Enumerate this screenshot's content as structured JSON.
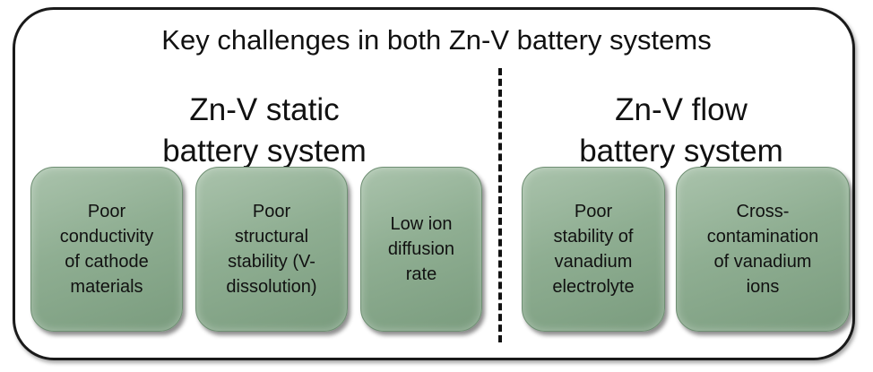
{
  "title": "Key challenges in both Zn-V battery systems",
  "sections": [
    {
      "title_line1": "Zn-V static",
      "title_line2": "battery system",
      "boxes": [
        {
          "lines": [
            "Poor",
            "conductivity",
            "of cathode",
            "materials"
          ]
        },
        {
          "lines": [
            "Poor",
            "structural",
            "stability (V-",
            "dissolution)"
          ]
        },
        {
          "lines": [
            "Low ion",
            "diffusion",
            "rate"
          ]
        }
      ]
    },
    {
      "title_line1": "Zn-V flow",
      "title_line2": "battery system",
      "boxes": [
        {
          "lines": [
            "Poor",
            "stability of",
            "vanadium",
            "electrolyte"
          ]
        },
        {
          "lines": [
            "Cross-",
            "contamination",
            "of vanadium",
            "ions"
          ]
        }
      ]
    }
  ]
}
